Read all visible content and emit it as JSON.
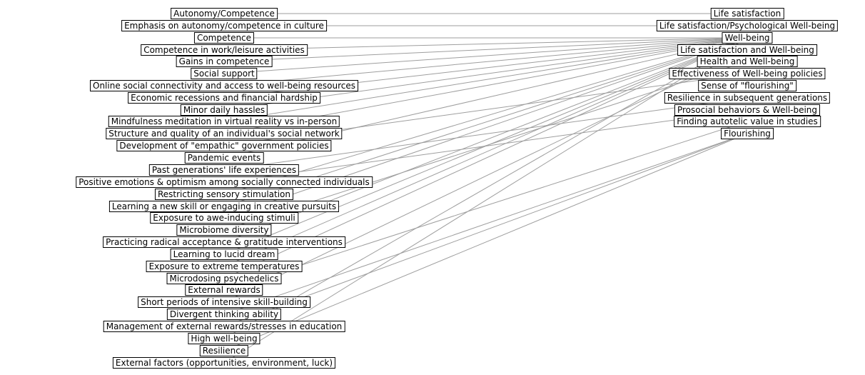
{
  "colors": {
    "edge": "#9e9e9e",
    "box_border": "#000000",
    "background": "#ffffff",
    "text": "#000000"
  },
  "left_nodes": [
    {
      "id": "L0",
      "label": "Autonomy/Competence"
    },
    {
      "id": "L1",
      "label": "Emphasis on autonomy/competence in culture"
    },
    {
      "id": "L2",
      "label": "Competence"
    },
    {
      "id": "L3",
      "label": "Competence in work/leisure activities"
    },
    {
      "id": "L4",
      "label": "Gains in competence"
    },
    {
      "id": "L5",
      "label": "Social support"
    },
    {
      "id": "L6",
      "label": "Online social connectivity and access to well-being resources"
    },
    {
      "id": "L7",
      "label": "Economic recessions and financial hardship"
    },
    {
      "id": "L8",
      "label": "Minor daily hassles"
    },
    {
      "id": "L9",
      "label": "Mindfulness meditation in virtual reality vs in-person"
    },
    {
      "id": "L10",
      "label": "Structure and quality of an individual's social network"
    },
    {
      "id": "L11",
      "label": "Development of \"empathic\" government policies"
    },
    {
      "id": "L12",
      "label": "Pandemic events"
    },
    {
      "id": "L13",
      "label": "Past generations' life experiences"
    },
    {
      "id": "L14",
      "label": "Positive emotions & optimism among socially connected individuals"
    },
    {
      "id": "L15",
      "label": "Restricting sensory stimulation"
    },
    {
      "id": "L16",
      "label": "Learning a new skill or engaging in creative pursuits"
    },
    {
      "id": "L17",
      "label": "Exposure to awe-inducing stimuli"
    },
    {
      "id": "L18",
      "label": "Microbiome diversity"
    },
    {
      "id": "L19",
      "label": "Practicing radical acceptance & gratitude interventions"
    },
    {
      "id": "L20",
      "label": "Learning to lucid dream"
    },
    {
      "id": "L21",
      "label": "Exposure to extreme temperatures"
    },
    {
      "id": "L22",
      "label": "Microdosing psychedelics"
    },
    {
      "id": "L23",
      "label": "External rewards"
    },
    {
      "id": "L24",
      "label": "Short periods of intensive skill-building"
    },
    {
      "id": "L25",
      "label": "Divergent thinking ability"
    },
    {
      "id": "L26",
      "label": "Management of external rewards/stresses in education"
    },
    {
      "id": "L27",
      "label": "High well-being"
    },
    {
      "id": "L28",
      "label": "Resilience"
    },
    {
      "id": "L29",
      "label": "External factors (opportunities, environment, luck)"
    }
  ],
  "right_nodes": [
    {
      "id": "R0",
      "label": "Life satisfaction"
    },
    {
      "id": "R1",
      "label": "Life satisfaction/Psychological Well-being"
    },
    {
      "id": "R2",
      "label": "Well-being"
    },
    {
      "id": "R3",
      "label": "Life satisfaction and Well-being"
    },
    {
      "id": "R4",
      "label": "Health and Well-being"
    },
    {
      "id": "R5",
      "label": "Effectiveness of Well-being policies"
    },
    {
      "id": "R6",
      "label": "Sense of \"flourishing\""
    },
    {
      "id": "R7",
      "label": "Resilience in subsequent generations"
    },
    {
      "id": "R8",
      "label": "Prosocial behaviors & Well-being"
    },
    {
      "id": "R9",
      "label": "Finding autotelic value in studies"
    },
    {
      "id": "R10",
      "label": "Flourishing"
    }
  ],
  "edges": [
    [
      "L0",
      "R0"
    ],
    [
      "L1",
      "R1"
    ],
    [
      "L2",
      "R2"
    ],
    [
      "L3",
      "R2"
    ],
    [
      "L4",
      "R2"
    ],
    [
      "L5",
      "R2"
    ],
    [
      "L6",
      "R2"
    ],
    [
      "L7",
      "R2"
    ],
    [
      "L8",
      "R2"
    ],
    [
      "L9",
      "R2"
    ],
    [
      "L10",
      "R2"
    ],
    [
      "L11",
      "R5"
    ],
    [
      "L12",
      "R2"
    ],
    [
      "L13",
      "R7"
    ],
    [
      "L14",
      "R8"
    ],
    [
      "L15",
      "R2"
    ],
    [
      "L16",
      "R2"
    ],
    [
      "L17",
      "R2"
    ],
    [
      "L18",
      "R4"
    ],
    [
      "L19",
      "R2"
    ],
    [
      "L20",
      "R2"
    ],
    [
      "L21",
      "R2"
    ],
    [
      "L22",
      "R2"
    ],
    [
      "L23",
      "R9"
    ],
    [
      "L24",
      "R3"
    ],
    [
      "L25",
      "R10"
    ],
    [
      "L26",
      "R10"
    ],
    [
      "L27",
      "R2"
    ],
    [
      "L28",
      "R10"
    ],
    [
      "L29",
      "R2"
    ]
  ]
}
